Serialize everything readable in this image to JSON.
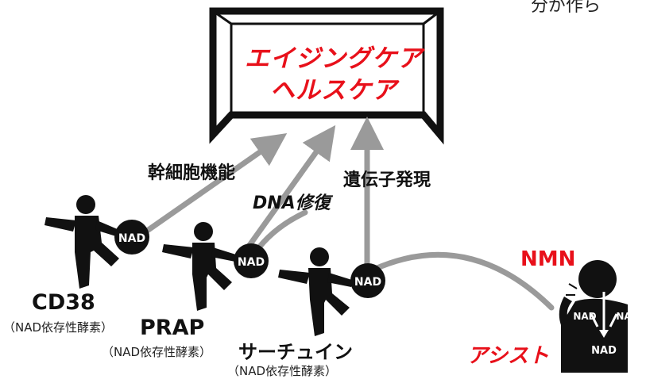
{
  "cut_top_text": "分が作ら",
  "goal": {
    "line1": "エイジングケア",
    "line2": "ヘルスケア"
  },
  "pathways": {
    "stem_cell": "幹細胞機能",
    "dna_repair": "DNA修復",
    "gene_expression": "遺伝子発現"
  },
  "players": {
    "cd38": {
      "name": "CD38",
      "note": "（NAD依存性酵素）"
    },
    "prap": {
      "name": "PRAP",
      "note": "（NAD依存性酵素）"
    },
    "sirtuin": {
      "name": "サーチュイン",
      "note": "（NAD依存性酵素）"
    }
  },
  "nad_label": "NAD",
  "nmn": {
    "title": "NMN",
    "assist": "アシスト"
  },
  "colors": {
    "accent_red": "#e8101a",
    "arrow_gray": "#9a9a9a",
    "ink": "#111111"
  }
}
